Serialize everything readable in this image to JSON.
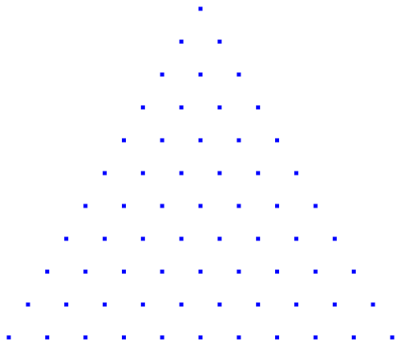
{
  "diagram": {
    "type": "triangular-dot-lattice",
    "row_dot_counts": [
      1,
      2,
      3,
      4,
      5,
      6,
      7,
      8,
      9,
      10,
      11
    ],
    "dot_color": "#0000ff",
    "background_color": "#ffffff"
  }
}
